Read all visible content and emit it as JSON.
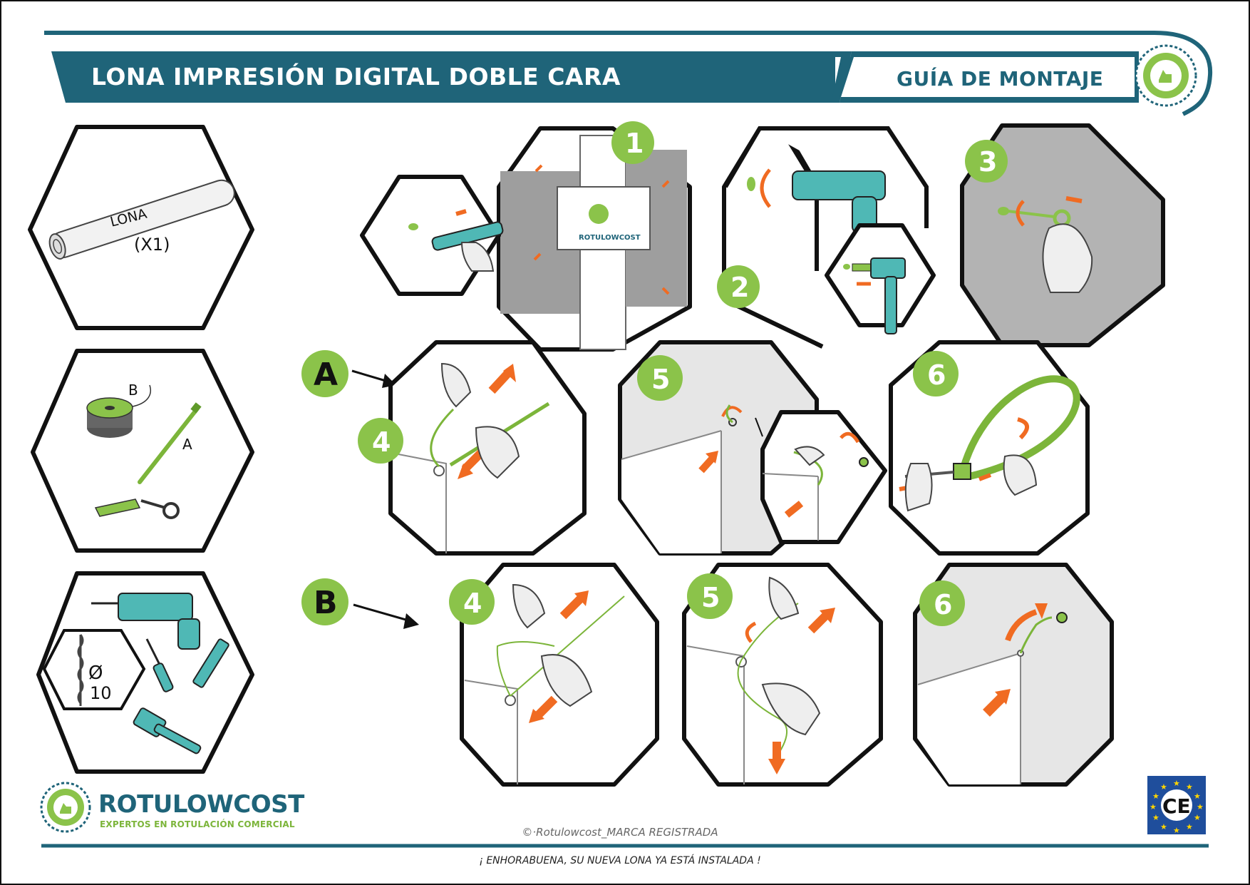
{
  "header": {
    "title": "LONA IMPRESIÓN DIGITAL DOBLE CARA",
    "guide_label": "GUÍA DE MONTAJE"
  },
  "colors": {
    "teal": "#1f6479",
    "green": "#8bc34a",
    "orange": "#f06b22",
    "tool_teal": "#4fb8b5",
    "gray": "#bdbdbd",
    "eu_blue": "#1f4e9c",
    "eu_yellow": "#ffd500"
  },
  "kit": {
    "lona_label": "LONA",
    "lona_qty": "(X1)",
    "cable_label": "A",
    "cord_label": "B",
    "drill_symbol": "Ø",
    "drill_size": "10"
  },
  "steps": {
    "s1": "1",
    "s2": "2",
    "s3": "3",
    "a4": "4",
    "a5": "5",
    "a6": "6",
    "b4": "4",
    "b5": "5",
    "b6": "6",
    "option_a": "A",
    "option_b": "B"
  },
  "sign_brand": "ROTULOWCOST",
  "brand": {
    "name": "ROTULOWCOST",
    "tagline": "EXPERTOS EN ROTULACIÓN COMERCIAL"
  },
  "ce_mark": "CE",
  "footer": {
    "copyright": "©·Rotulowcost_MARCA REGISTRADA",
    "message": "¡ ENHORABUENA, SU NUEVA LONA YA ESTÁ INSTALADA !"
  }
}
